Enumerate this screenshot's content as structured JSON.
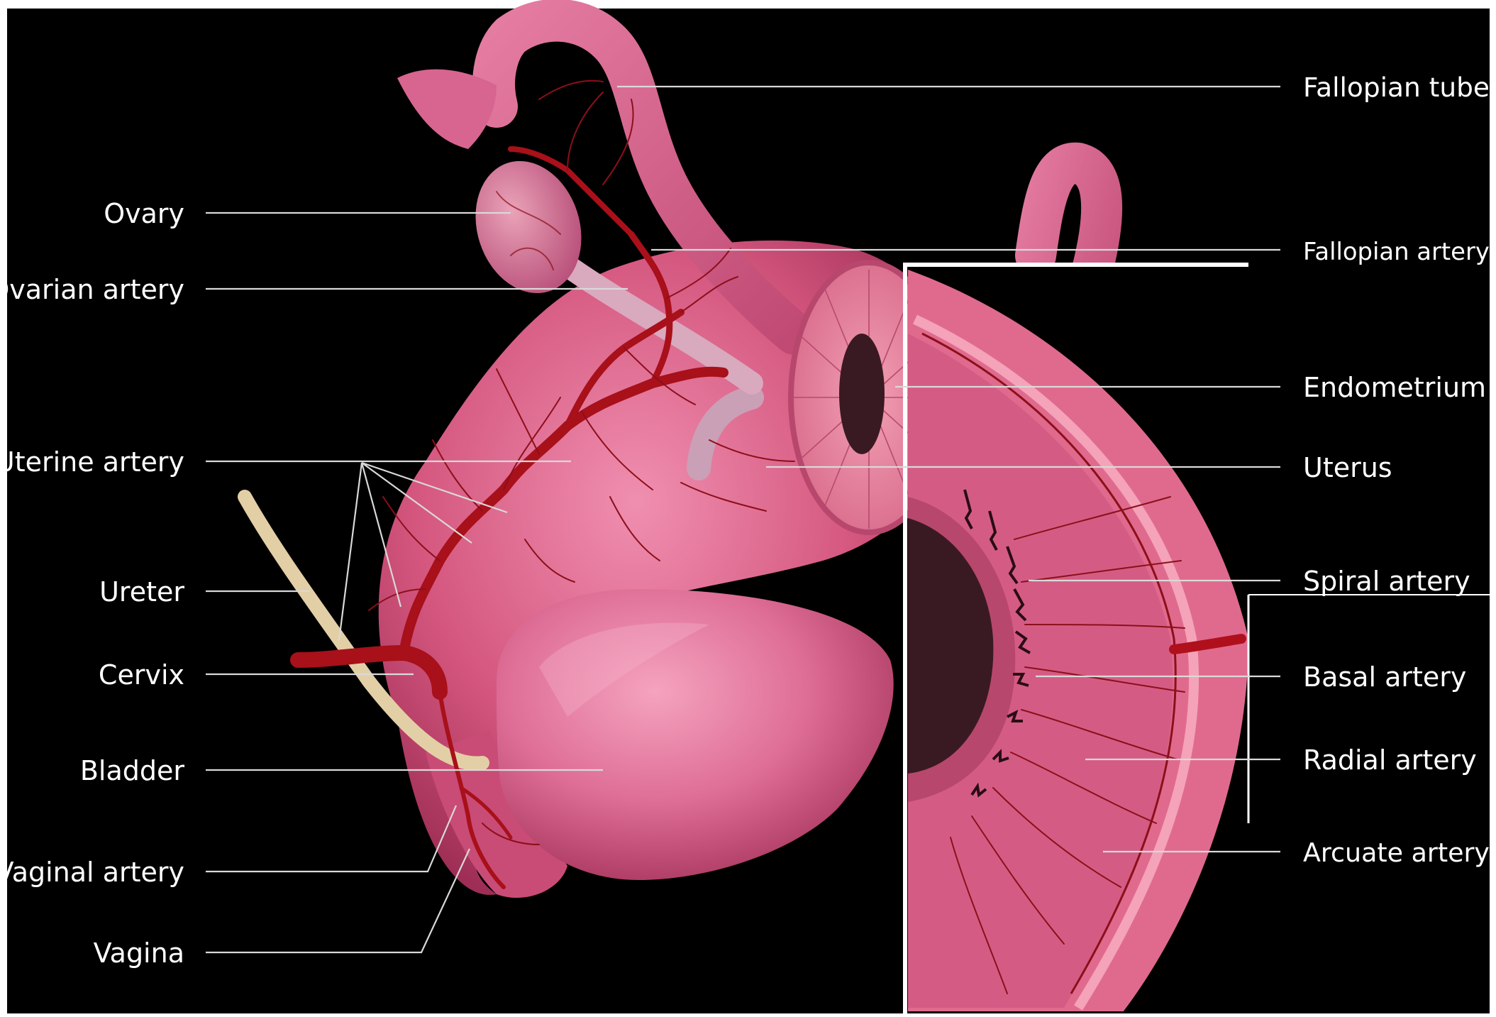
{
  "labels_left": {
    "ovary": "Ovary",
    "ovarian_artery": "Ovarian artery",
    "uterine_artery": "Uterine artery",
    "ureter": "Ureter",
    "cervix": "Cervix",
    "bladder": "Bladder",
    "vaginal_artery": "Vaginal artery",
    "vagina": "Vagina"
  },
  "labels_right": {
    "fallopian_tube": "Fallopian tube",
    "fallopian_artery": "Fallopian artery",
    "endometrium": "Endometrium",
    "uterus": "Uterus",
    "spiral_artery": "Spiral artery",
    "basal_artery": "Basal artery",
    "radial_artery": "Radial artery",
    "arcuate_artery": "Arcuate artery"
  },
  "colors": {
    "background": "#000000",
    "tissue": "#d4567e",
    "tissue_light": "#e98aa8",
    "artery": "#a8101a",
    "ureter": "#e3cfa6",
    "lumen": "#3a1a22",
    "label_text": "#ffffff",
    "leader_line": "#d9d9d9"
  }
}
